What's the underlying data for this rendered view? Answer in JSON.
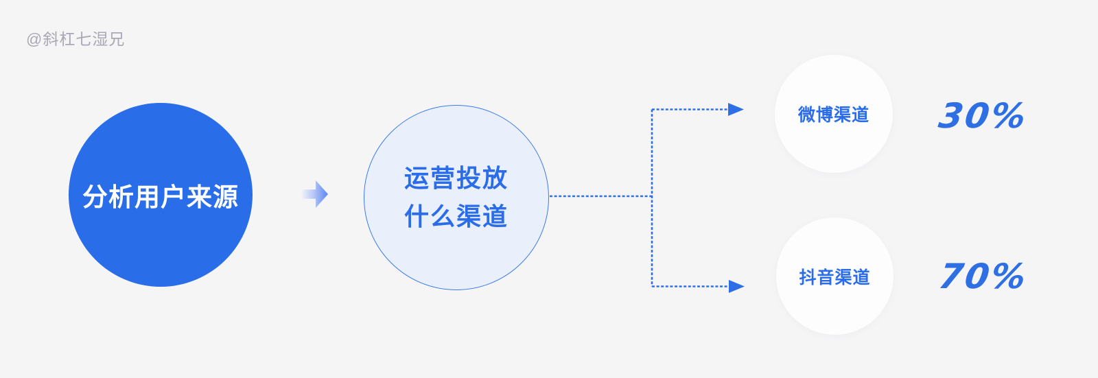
{
  "watermark": "@斜杠七湿兄",
  "colors": {
    "background": "#F5F5F6",
    "primary_blue": "#2A6DE9",
    "text_blue": "#2B6CE8",
    "connector_blue": "#2F6FE5",
    "light_circle_fill": "#E9F0FC",
    "light_circle_border": "#3B7AE8",
    "channel_circle_fill": "#FDFDFE",
    "percent_blue": "#2E6FE4",
    "watermark_gray": "#A9A8B5"
  },
  "flow": {
    "source_node": {
      "label": "分析用户来源"
    },
    "question_node": {
      "label_line1": "运营投放",
      "label_line2": "什么渠道"
    },
    "channels": [
      {
        "label": "微博渠道",
        "value": "30%"
      },
      {
        "label": "抖音渠道",
        "value": "70%"
      }
    ]
  }
}
